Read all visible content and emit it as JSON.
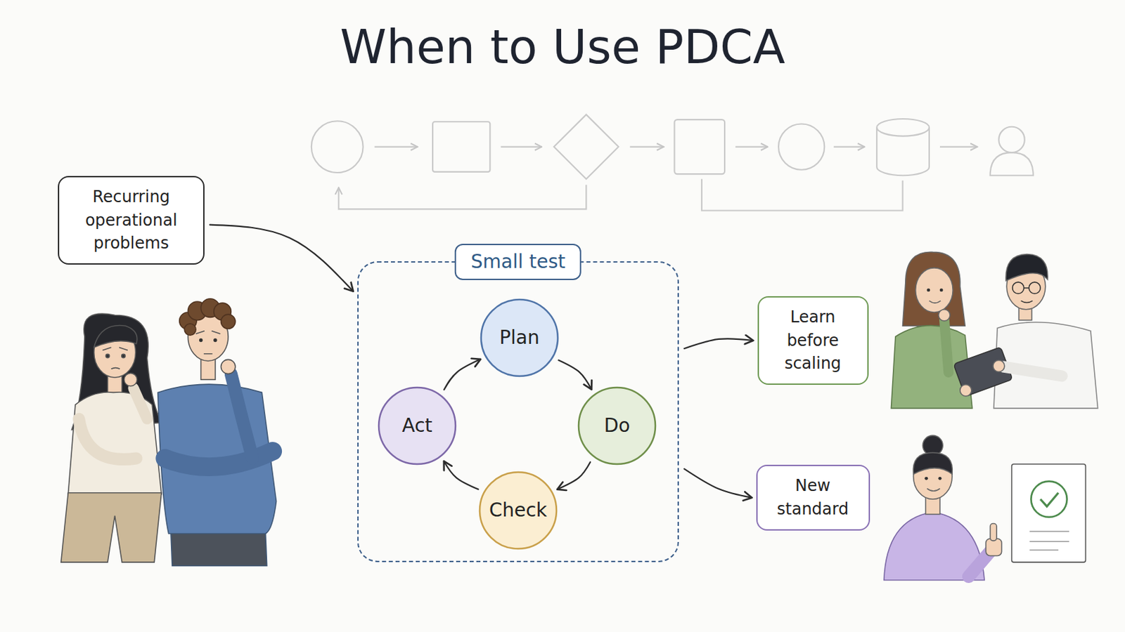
{
  "diagram": {
    "title": "When to Use PDCA",
    "nodes": [
      {
        "text": [
          "Recurring operational problems"
        ]
      },
      {
        "text": [
          "Small test"
        ]
      },
      {
        "text": [
          "Plan"
        ],
        "in": 1
      },
      {
        "text": [
          "Do"
        ],
        "in": 1
      },
      {
        "text": [
          "Check"
        ],
        "in": 1
      },
      {
        "text": [
          "Act"
        ],
        "in": 1
      },
      {
        "text": [
          "Learn before scaling"
        ]
      },
      {
        "text": [
          "New standard"
        ]
      }
    ],
    "edges": [
      {
        "from": 0,
        "to": 1,
        "arrow": "to"
      },
      {
        "from": 2,
        "to": 3,
        "arrow": "to"
      },
      {
        "from": 3,
        "to": 4,
        "arrow": "to"
      },
      {
        "from": 4,
        "to": 5,
        "arrow": "to"
      },
      {
        "from": 5,
        "to": 2,
        "arrow": "to"
      },
      {
        "from": 1,
        "to": 6,
        "arrow": "to"
      },
      {
        "from": 1,
        "to": 7,
        "arrow": "to"
      }
    ]
  }
}
